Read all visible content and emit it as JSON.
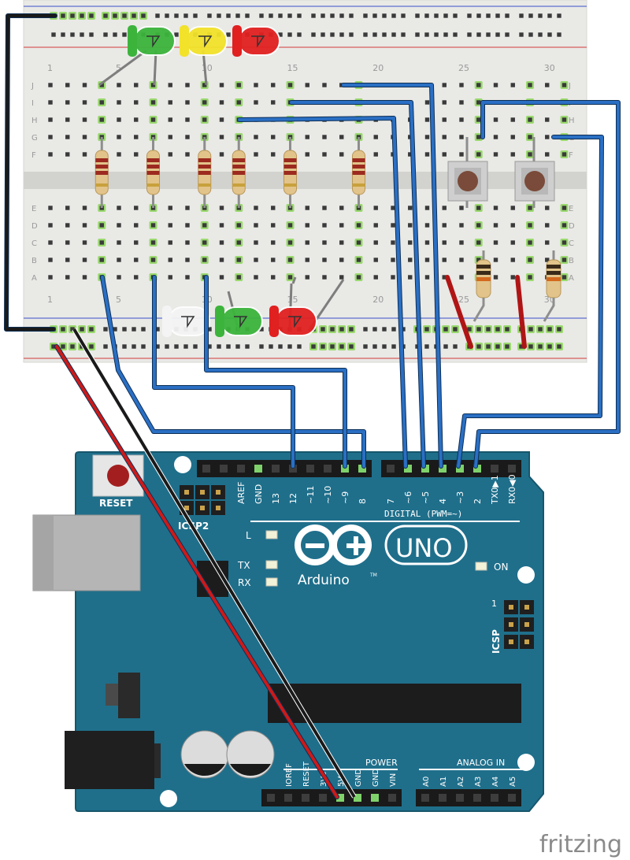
{
  "breadboard": {
    "row_letters_top": [
      "J",
      "I",
      "H",
      "G",
      "F"
    ],
    "row_letters_bottom": [
      "E",
      "D",
      "C",
      "B",
      "A"
    ],
    "column_numbers_top": [
      "1",
      "5",
      "10",
      "15",
      "20",
      "25",
      "30"
    ],
    "column_numbers_bottom": [
      "1",
      "5",
      "10",
      "15",
      "20",
      "25",
      "30"
    ]
  },
  "leds_top": [
    {
      "color_name": "green",
      "color": "#3cb43c"
    },
    {
      "color_name": "yellow",
      "color": "#f2e22a"
    },
    {
      "color_name": "red",
      "color": "#e12020"
    }
  ],
  "leds_bottom": [
    {
      "color_name": "white",
      "color": "#f4f4f4"
    },
    {
      "color_name": "green",
      "color": "#3cb43c"
    },
    {
      "color_name": "red",
      "color": "#e12020"
    }
  ],
  "buttons_count": 2,
  "resistors_count": 8,
  "arduino": {
    "board_color": "#1f6f8b",
    "reset_label": "RESET",
    "icsp2_label": "ICSP2",
    "icsp_label": "ICSP",
    "icsp_pin1": "1",
    "digital_header_labels": [
      "AREF",
      "GND",
      "13",
      "12",
      "~11",
      "~10",
      "~9",
      "8"
    ],
    "digital_header_labels_right": [
      "7",
      "~6",
      "~5",
      "4",
      "~3",
      "2",
      "TX0▶1",
      "RX0◀0"
    ],
    "digital_title": "DIGITAL (PWM=~)",
    "led_L": "L",
    "led_TX": "TX",
    "led_RX": "RX",
    "led_ON": "ON",
    "logo_text": "Arduino",
    "logo_tm": "TM",
    "uno_text": "UNO",
    "power_title": "POWER",
    "power_labels": [
      "IOREF",
      "RESET",
      "3V3",
      "5V",
      "GND",
      "GND",
      "VIN"
    ],
    "analog_title": "ANALOG IN",
    "analog_labels": [
      "A0",
      "A1",
      "A2",
      "A3",
      "A4",
      "A5"
    ]
  },
  "wire_colors": {
    "blue": "#2a6fc4",
    "red": "#cc1a1a",
    "black": "#1a1a1a",
    "dark_red": "#b01515"
  },
  "fritzing_label": "fritzing"
}
